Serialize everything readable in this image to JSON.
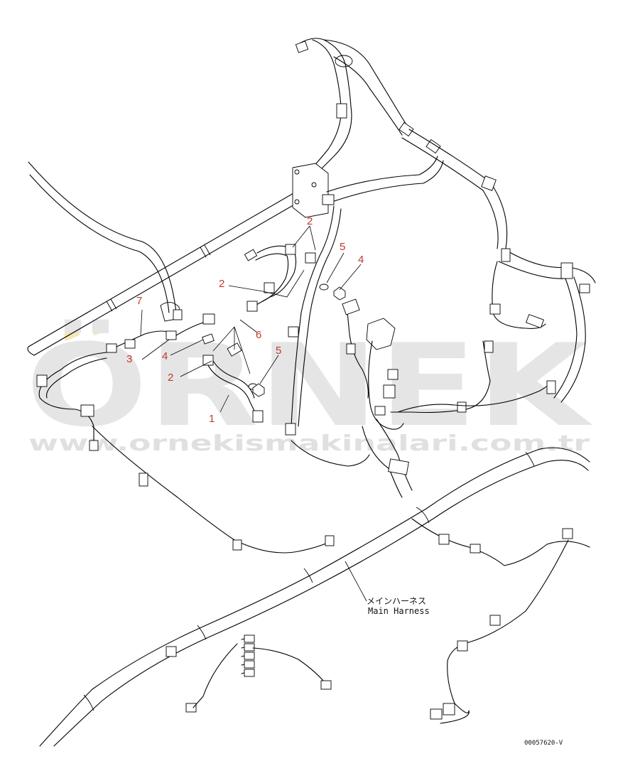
{
  "diagram": {
    "callouts": [
      {
        "id": "c1",
        "label": "1"
      },
      {
        "id": "c2a",
        "label": "2"
      },
      {
        "id": "c2b",
        "label": "2"
      },
      {
        "id": "c2c",
        "label": "2"
      },
      {
        "id": "c3",
        "label": "3"
      },
      {
        "id": "c4a",
        "label": "4"
      },
      {
        "id": "c4b",
        "label": "4"
      },
      {
        "id": "c5a",
        "label": "5"
      },
      {
        "id": "c5b",
        "label": "5"
      },
      {
        "id": "c6",
        "label": "6"
      },
      {
        "id": "c7",
        "label": "7"
      }
    ],
    "main_harness_label_jp": "メインハーネス",
    "main_harness_label_en": "Main Harness",
    "figure_code": "00057620-V"
  },
  "watermark": {
    "brand": "ÖRNEK",
    "url": "www.ornekismakinalari.com.tr",
    "color": "#d0d0d0",
    "accent_color": "#f2d27a"
  }
}
